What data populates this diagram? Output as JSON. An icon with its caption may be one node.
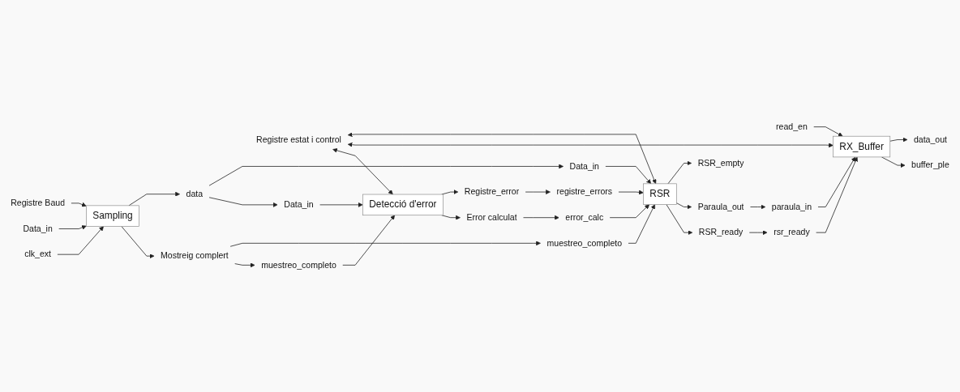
{
  "diagram": {
    "nodes": [
      {
        "text": [
          "Registre Baud"
        ]
      },
      {
        "text": [
          "Registre estat i control"
        ]
      },
      {
        "text": [
          "Sampling"
        ]
      },
      {
        "text": [
          "Data_in"
        ]
      },
      {
        "text": [
          "clk_ext"
        ]
      },
      {
        "text": [
          "data"
        ]
      },
      {
        "text": [
          "Mostreig complert"
        ]
      },
      {
        "text": [
          "RSR"
        ]
      },
      {
        "text": [
          "Data_in"
        ]
      },
      {
        "text": [
          "muestreo_completo"
        ]
      },
      {
        "text": [
          "registre_errors"
        ]
      },
      {
        "text": [
          "error_calc"
        ]
      },
      {
        "text": [
          "RSR_empty"
        ]
      },
      {
        "text": [
          "Paraula_out"
        ]
      },
      {
        "text": [
          "RSR_ready"
        ]
      },
      {
        "text": [
          "RX_Buffer"
        ]
      },
      {
        "text": [
          "read_en"
        ]
      },
      {
        "text": [
          "paraula_in"
        ]
      },
      {
        "text": [
          "rsr_ready"
        ]
      },
      {
        "text": [
          "data_out"
        ]
      },
      {
        "text": [
          "buffer_ple"
        ]
      },
      {
        "text": [
          "Detecció d'error"
        ]
      },
      {
        "text": [
          "Data_in"
        ]
      },
      {
        "text": [
          "muestreo_completo"
        ]
      },
      {
        "text": [
          "Registre_error"
        ]
      },
      {
        "text": [
          "Error calculat"
        ]
      }
    ],
    "edges": [
      {
        "from": 0,
        "to": 2,
        "arrow": "to"
      },
      {
        "from": 1,
        "to": 7,
        "arrow": "both"
      },
      {
        "from": 1,
        "to": 15,
        "arrow": "both"
      },
      {
        "from": 1,
        "to": 21,
        "arrow": "both"
      },
      {
        "from": 3,
        "to": 2,
        "arrow": "to"
      },
      {
        "from": 4,
        "to": 2,
        "arrow": "to"
      },
      {
        "from": 2,
        "to": 5,
        "arrow": "to"
      },
      {
        "from": 2,
        "to": 6,
        "arrow": "to"
      },
      {
        "from": 5,
        "to": 8,
        "arrow": "to"
      },
      {
        "from": 5,
        "to": 22,
        "arrow": "to"
      },
      {
        "from": 6,
        "to": 9,
        "arrow": "to"
      },
      {
        "from": 6,
        "to": 23,
        "arrow": "to"
      },
      {
        "from": 8,
        "to": 7,
        "arrow": "to"
      },
      {
        "from": 9,
        "to": 7,
        "arrow": "to"
      },
      {
        "from": 10,
        "to": 7,
        "arrow": "to"
      },
      {
        "from": 11,
        "to": 7,
        "arrow": "to"
      },
      {
        "from": 7,
        "to": 12,
        "arrow": "to"
      },
      {
        "from": 7,
        "to": 13,
        "arrow": "to"
      },
      {
        "from": 7,
        "to": 14,
        "arrow": "to"
      },
      {
        "from": 13,
        "to": 17,
        "arrow": "to"
      },
      {
        "from": 14,
        "to": 18,
        "arrow": "to"
      },
      {
        "from": 16,
        "to": 15,
        "arrow": "to"
      },
      {
        "from": 17,
        "to": 15,
        "arrow": "to"
      },
      {
        "from": 18,
        "to": 15,
        "arrow": "to"
      },
      {
        "from": 15,
        "to": 19,
        "arrow": "to"
      },
      {
        "from": 15,
        "to": 20,
        "arrow": "to"
      },
      {
        "from": 22,
        "to": 21,
        "arrow": "to"
      },
      {
        "from": 23,
        "to": 21,
        "arrow": "to"
      },
      {
        "from": 21,
        "to": 24,
        "arrow": "to"
      },
      {
        "from": 21,
        "to": 25,
        "arrow": "to"
      },
      {
        "from": 24,
        "to": 10,
        "arrow": "to"
      },
      {
        "from": 25,
        "to": 11,
        "arrow": "to"
      }
    ]
  }
}
